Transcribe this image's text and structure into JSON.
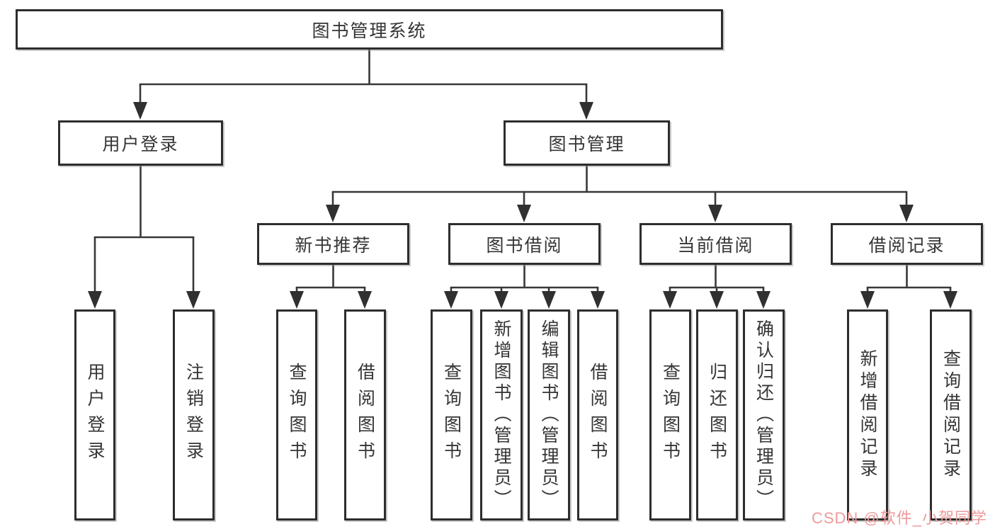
{
  "tree": {
    "label": "图书管理系统",
    "children": [
      {
        "label": "用户登录",
        "children": [
          {
            "label": "用户登录"
          },
          {
            "label": "注销登录"
          }
        ]
      },
      {
        "label": "图书管理",
        "children": [
          {
            "label": "新书推荐",
            "children": [
              {
                "label": "查询图书"
              },
              {
                "label": "借阅图书"
              }
            ]
          },
          {
            "label": "图书借阅",
            "children": [
              {
                "label": "查询图书"
              },
              {
                "label": "新增图书（管理员）"
              },
              {
                "label": "编辑图书（管理员）"
              },
              {
                "label": "借阅图书"
              }
            ]
          },
          {
            "label": "当前借阅",
            "children": [
              {
                "label": "查询图书"
              },
              {
                "label": "归还图书"
              },
              {
                "label": "确认归还（管理员）"
              }
            ]
          },
          {
            "label": "借阅记录",
            "children": [
              {
                "label": "新增借阅记录"
              },
              {
                "label": "查询借阅记录"
              }
            ]
          }
        ]
      }
    ]
  },
  "watermark": {
    "text": "CSDN @软件_小贺同学"
  },
  "colors": {
    "line": "#383838",
    "box_border": "#2d2d2d",
    "text": "#353535",
    "watermark_pink": "#ef9a9a",
    "background": "#ffffff"
  }
}
